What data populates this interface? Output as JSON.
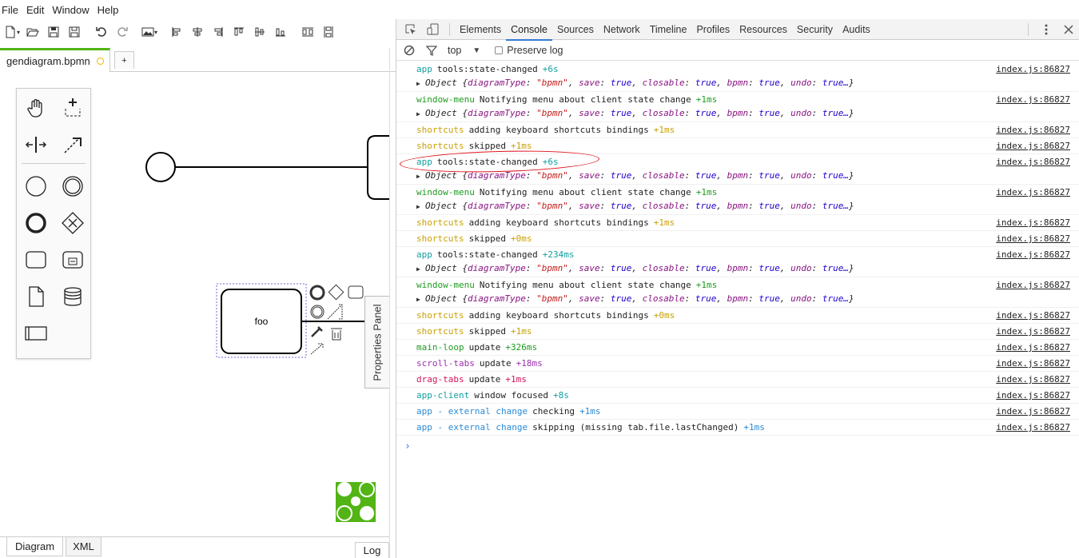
{
  "menu": [
    "File",
    "Edit",
    "Window",
    "Help"
  ],
  "tab": {
    "file": "gendiagram.bpmn",
    "add": "+"
  },
  "canvas": {
    "task_label": "foo",
    "properties_panel": "Properties Panel"
  },
  "bottom_tabs": {
    "diagram": "Diagram",
    "xml": "XML",
    "log": "Log"
  },
  "colors": {
    "accent": "#52b415",
    "dirty": "#f0b400",
    "devtools_active": "#3879d9",
    "annotation": "#e0141e"
  },
  "devtools": {
    "tabs": [
      "Elements",
      "Console",
      "Sources",
      "Network",
      "Timeline",
      "Profiles",
      "Resources",
      "Security",
      "Audits"
    ],
    "active_tab": "Console",
    "context": "top",
    "preserve_log": "Preserve log",
    "prompt": "›"
  },
  "object_literal": {
    "prefix": "Object ",
    "open": "{",
    "k1": "diagramType",
    "v1": "\"bpmn\"",
    "k2": "save",
    "v2": "true",
    "k3": "closable",
    "v3": "true",
    "k4": "bpmn",
    "v4": "true",
    "k5": "undo",
    "v5": "true…",
    "close": "}"
  },
  "console": [
    {
      "ns": "app",
      "ns_color": "#119f9f",
      "msg": "tools:state-changed",
      "time": "+6s",
      "obj": true,
      "src": "index.js:86827"
    },
    {
      "ns": "window-menu",
      "ns_color": "#1e9b1e",
      "msg": "Notifying menu about client state change",
      "time": "+1ms",
      "obj": true,
      "src": "index.js:86827"
    },
    {
      "ns": "shortcuts",
      "ns_color": "#c8a000",
      "msg": "adding keyboard shortcuts bindings",
      "time": "+1ms",
      "obj": false,
      "src": "index.js:86827"
    },
    {
      "ns": "shortcuts",
      "ns_color": "#c8a000",
      "msg": "skipped",
      "time": "+1ms",
      "obj": false,
      "src": "index.js:86827"
    },
    {
      "ns": "app",
      "ns_color": "#119f9f",
      "msg": "tools:state-changed",
      "time": "+6s",
      "obj": true,
      "src": "index.js:86827"
    },
    {
      "ns": "window-menu",
      "ns_color": "#1e9b1e",
      "msg": "Notifying menu about client state change",
      "time": "+1ms",
      "obj": true,
      "src": "index.js:86827"
    },
    {
      "ns": "shortcuts",
      "ns_color": "#c8a000",
      "msg": "adding keyboard shortcuts bindings",
      "time": "+1ms",
      "obj": false,
      "src": "index.js:86827"
    },
    {
      "ns": "shortcuts",
      "ns_color": "#c8a000",
      "msg": "skipped",
      "time": "+0ms",
      "obj": false,
      "src": "index.js:86827"
    },
    {
      "ns": "app",
      "ns_color": "#119f9f",
      "msg": "tools:state-changed",
      "time": "+234ms",
      "obj": true,
      "src": "index.js:86827"
    },
    {
      "ns": "window-menu",
      "ns_color": "#1e9b1e",
      "msg": "Notifying menu about client state change",
      "time": "+1ms",
      "obj": true,
      "src": "index.js:86827"
    },
    {
      "ns": "shortcuts",
      "ns_color": "#c8a000",
      "msg": "adding keyboard shortcuts bindings",
      "time": "+0ms",
      "obj": false,
      "src": "index.js:86827"
    },
    {
      "ns": "shortcuts",
      "ns_color": "#c8a000",
      "msg": "skipped",
      "time": "+1ms",
      "obj": false,
      "src": "index.js:86827"
    },
    {
      "ns": "main-loop",
      "ns_color": "#1e9b1e",
      "msg": "update",
      "time": "+326ms",
      "obj": false,
      "src": "index.js:86827"
    },
    {
      "ns": "scroll-tabs",
      "ns_color": "#9b2fae",
      "msg": "update",
      "time": "+18ms",
      "obj": false,
      "src": "index.js:86827"
    },
    {
      "ns": "drag-tabs",
      "ns_color": "#d4145a",
      "msg": "update",
      "time": "+1ms",
      "obj": false,
      "src": "index.js:86827"
    },
    {
      "ns": "app-client",
      "ns_color": "#119f9f",
      "msg": "window focused",
      "time": "+8s",
      "obj": false,
      "src": "index.js:86827"
    },
    {
      "ns": "app - external change",
      "ns_color": "#2a8ad4",
      "msg": "checking",
      "time": "+1ms",
      "obj": false,
      "src": "index.js:86827"
    },
    {
      "ns": "app - external change",
      "ns_color": "#2a8ad4",
      "msg": "skipping (missing tab.file.lastChanged)",
      "time": "+1ms",
      "obj": false,
      "src": "index.js:86827"
    }
  ]
}
